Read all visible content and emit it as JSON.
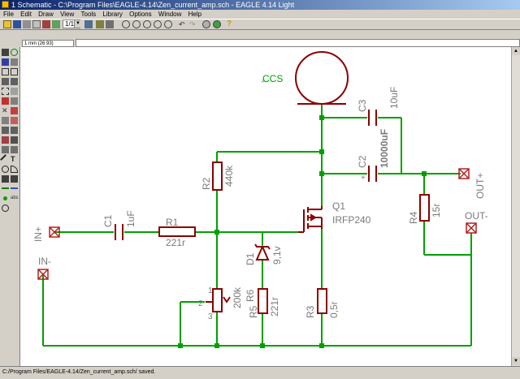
{
  "window": {
    "title": "1 Schematic - C:\\Program Files\\EAGLE-4.14\\Zen_current_amp.sch - EAGLE 4.14 Light"
  },
  "menu": [
    "File",
    "Edit",
    "Draw",
    "View",
    "Tools",
    "Library",
    "Options",
    "Window",
    "Help"
  ],
  "toolbar": {
    "sheet_value": "1/1"
  },
  "coordinates": "1 mm (26 93)",
  "status": "C:/Program Files/EAGLE-4.14/Zen_current_amp.sch/ saved.",
  "schematic": {
    "ccs": {
      "name": "CCS"
    },
    "c1": {
      "name": "C1",
      "value": "1uF"
    },
    "c2": {
      "name": "C2",
      "value": "10000uF"
    },
    "c3": {
      "name": "C3",
      "value": "10uF"
    },
    "r1": {
      "name": "R1",
      "value": "221r"
    },
    "r2": {
      "name": "R2",
      "value": "440k"
    },
    "r3": {
      "name": "R3",
      "value": "0,5r"
    },
    "r4": {
      "name": "R4",
      "value": "15r"
    },
    "r5": {
      "name": "R5",
      "value": "200k"
    },
    "r6": {
      "name": "R6",
      "value": "221r"
    },
    "d1": {
      "name": "D1",
      "value": "9,1v"
    },
    "q1": {
      "name": "Q1",
      "value": "IRFP240"
    },
    "pins": {
      "p1": "1",
      "p2": "2",
      "p3": "3"
    },
    "ports": {
      "in_plus": "IN+",
      "in_minus": "IN-",
      "out_plus": "OUT+",
      "out_minus": "OUT-"
    }
  },
  "colors": {
    "wire": "#00a000",
    "part": "#8b0000",
    "text": "#7a7a7a",
    "marker": "#b02020"
  }
}
